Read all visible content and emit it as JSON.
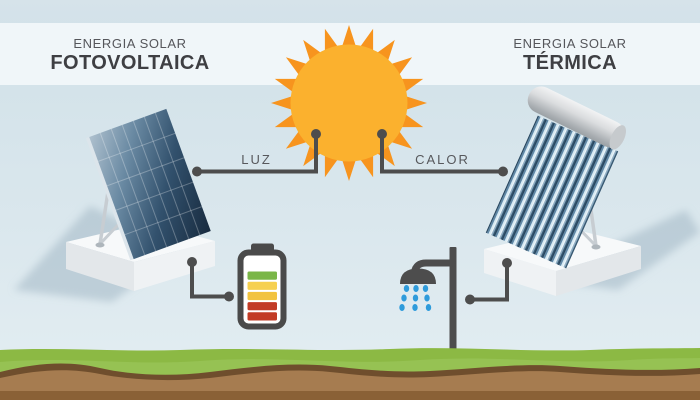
{
  "header": {
    "left": {
      "line1": "ENERGIA SOLAR",
      "line2": "FOTOVOLTAICA"
    },
    "right": {
      "line1": "ENERGIA SOLAR",
      "line2": "TÉRMICA"
    }
  },
  "flow_labels": {
    "light": "LUZ",
    "heat": "CALOR"
  },
  "icons": {
    "sun": "sun-icon",
    "pv_panel": "photovoltaic-panel-icon",
    "thermal_collector": "thermal-collector-icon",
    "battery": "battery-charge-icon",
    "shower": "shower-icon"
  },
  "colors": {
    "sun_body": "#FBB12E",
    "sun_ray": "#F7941E",
    "line_gray": "#4D4D4D",
    "water_blue": "#2E9BDB",
    "grass_green": "#8CB944",
    "grass_green_light": "#96C253",
    "soil_dark": "#6F4E2D",
    "soil_mid": "#A67C50",
    "soil_bottom": "#8A6136",
    "battery_outline": "#4A4A4A"
  },
  "battery": {
    "bars": [
      {
        "color": "#7AB648"
      },
      {
        "color": "#F6D050"
      },
      {
        "color": "#F2C33F"
      },
      {
        "color": "#C23B25"
      },
      {
        "color": "#C23B25"
      }
    ]
  }
}
